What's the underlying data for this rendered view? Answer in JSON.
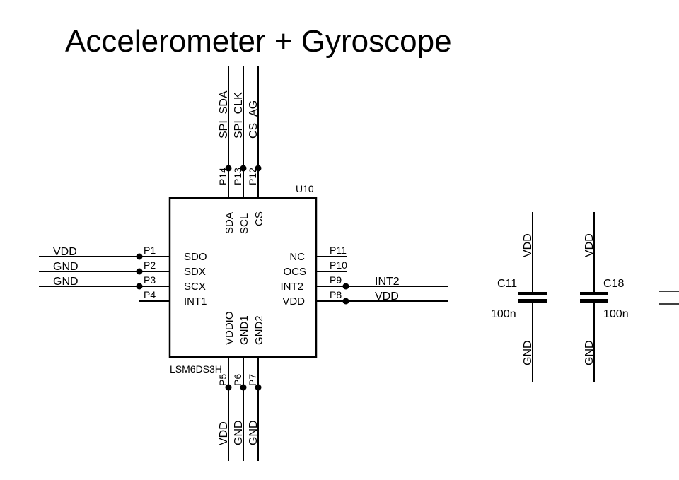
{
  "title": "Accelerometer + Gyroscope",
  "chip": {
    "ref": "U10",
    "part": "LSM6DS3H",
    "top_nets": [
      "SPI_SDA",
      "SPI_CLK",
      "CS_AG"
    ],
    "top_pins": [
      "P14",
      "P13",
      "P12"
    ],
    "top_funcs": [
      "SDA",
      "SCL",
      "CS"
    ],
    "left_nets": [
      "VDD",
      "GND",
      "GND"
    ],
    "left_pins": [
      "P1",
      "P2",
      "P3",
      "P4"
    ],
    "left_funcs": [
      "SDO",
      "SDX",
      "SCX",
      "INT1"
    ],
    "right_pins": [
      "P11",
      "P10",
      "P9",
      "P8"
    ],
    "right_funcs": [
      "NC",
      "OCS",
      "INT2",
      "VDD"
    ],
    "right_nets": [
      "INT2",
      "VDD"
    ],
    "bottom_funcs": [
      "VDDIO",
      "GND1",
      "GND2"
    ],
    "bottom_pins": [
      "P5",
      "P6",
      "P7"
    ],
    "bottom_nets": [
      "VDD",
      "GND",
      "GND"
    ]
  },
  "capacitors": [
    {
      "ref": "C11",
      "value": "100n",
      "top_net": "VDD",
      "bottom_net": "GND"
    },
    {
      "ref": "C18",
      "value": "100n",
      "top_net": "VDD",
      "bottom_net": "GND"
    }
  ]
}
